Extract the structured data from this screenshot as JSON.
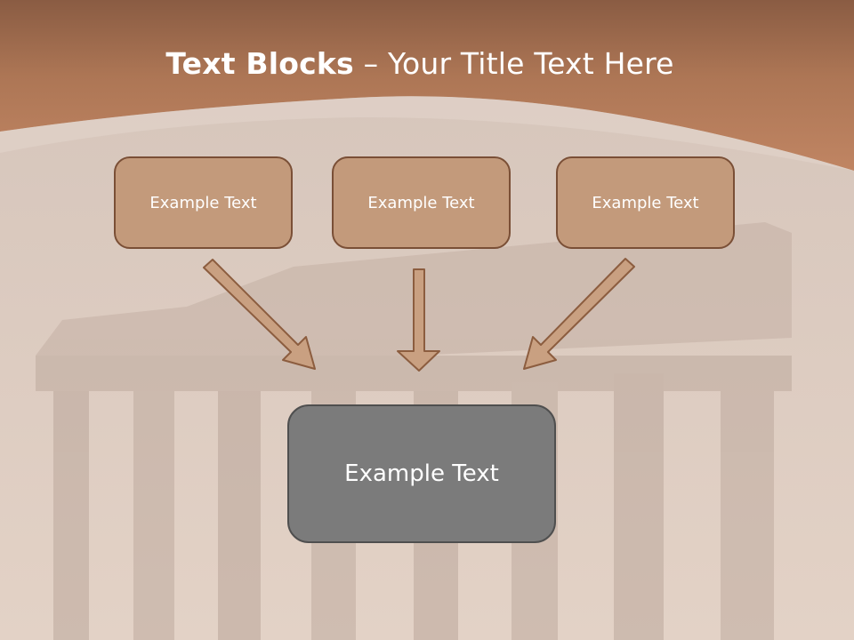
{
  "slide": {
    "title_bold": "Text Blocks",
    "title_rest": " – Your Title Text Here",
    "top_blocks": [
      {
        "label": "Example Text"
      },
      {
        "label": "Example Text"
      },
      {
        "label": "Example Text"
      }
    ],
    "bottom_block": {
      "label": "Example Text"
    }
  },
  "colors": {
    "header": "#a0684a",
    "block_fill": "#c39a7b",
    "block_border": "#7a4f36",
    "bottom_fill": "#7b7b7b",
    "arrow_fill": "#c9a081"
  },
  "icons": {
    "arrows": [
      "arrow-down-right-icon",
      "arrow-down-icon",
      "arrow-down-left-icon"
    ]
  }
}
